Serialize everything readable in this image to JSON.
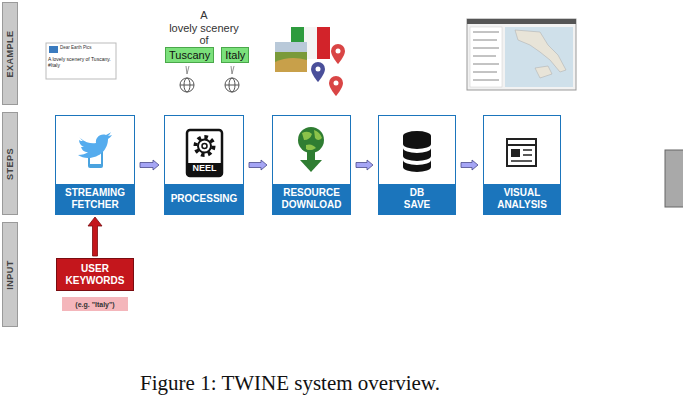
{
  "diagram": {
    "caption": "Figure 1: TWINE system overview.",
    "nodes": [
      {
        "text": [
          "EXAMPLE"
        ]
      },
      {
        "text": [
          "STEPS"
        ]
      },
      {
        "text": [
          "INPUT"
        ]
      },
      {
        "text": [
          "Tuscany"
        ]
      },
      {
        "text": [
          "Italy"
        ]
      },
      {
        "text": [
          "STREAMING FETCHER"
        ]
      },
      {
        "text": [
          "PROCESSING"
        ]
      },
      {
        "text": [
          "RESOURCE DOWNLOAD"
        ]
      },
      {
        "text": [
          "DB SAVE"
        ]
      },
      {
        "text": [
          "VISUAL ANALYSIS"
        ]
      },
      {
        "text": [
          "USER KEYWORDS"
        ]
      },
      {
        "text": [
          "(e.g. \"Italy\")"
        ]
      }
    ],
    "edges": [
      {
        "from": 5,
        "to": 6,
        "arrow": "to"
      },
      {
        "from": 6,
        "to": 7,
        "arrow": "to"
      },
      {
        "from": 7,
        "to": 8,
        "arrow": "to"
      },
      {
        "from": 8,
        "to": 9,
        "arrow": "to"
      },
      {
        "from": 10,
        "to": 5,
        "arrow": "to"
      }
    ],
    "labels": [
      "Dear Earth Pics",
      "A lovely scenery of Tuscany. #Italy",
      "A",
      "lovely scenery",
      "of",
      "NEEL"
    ]
  }
}
